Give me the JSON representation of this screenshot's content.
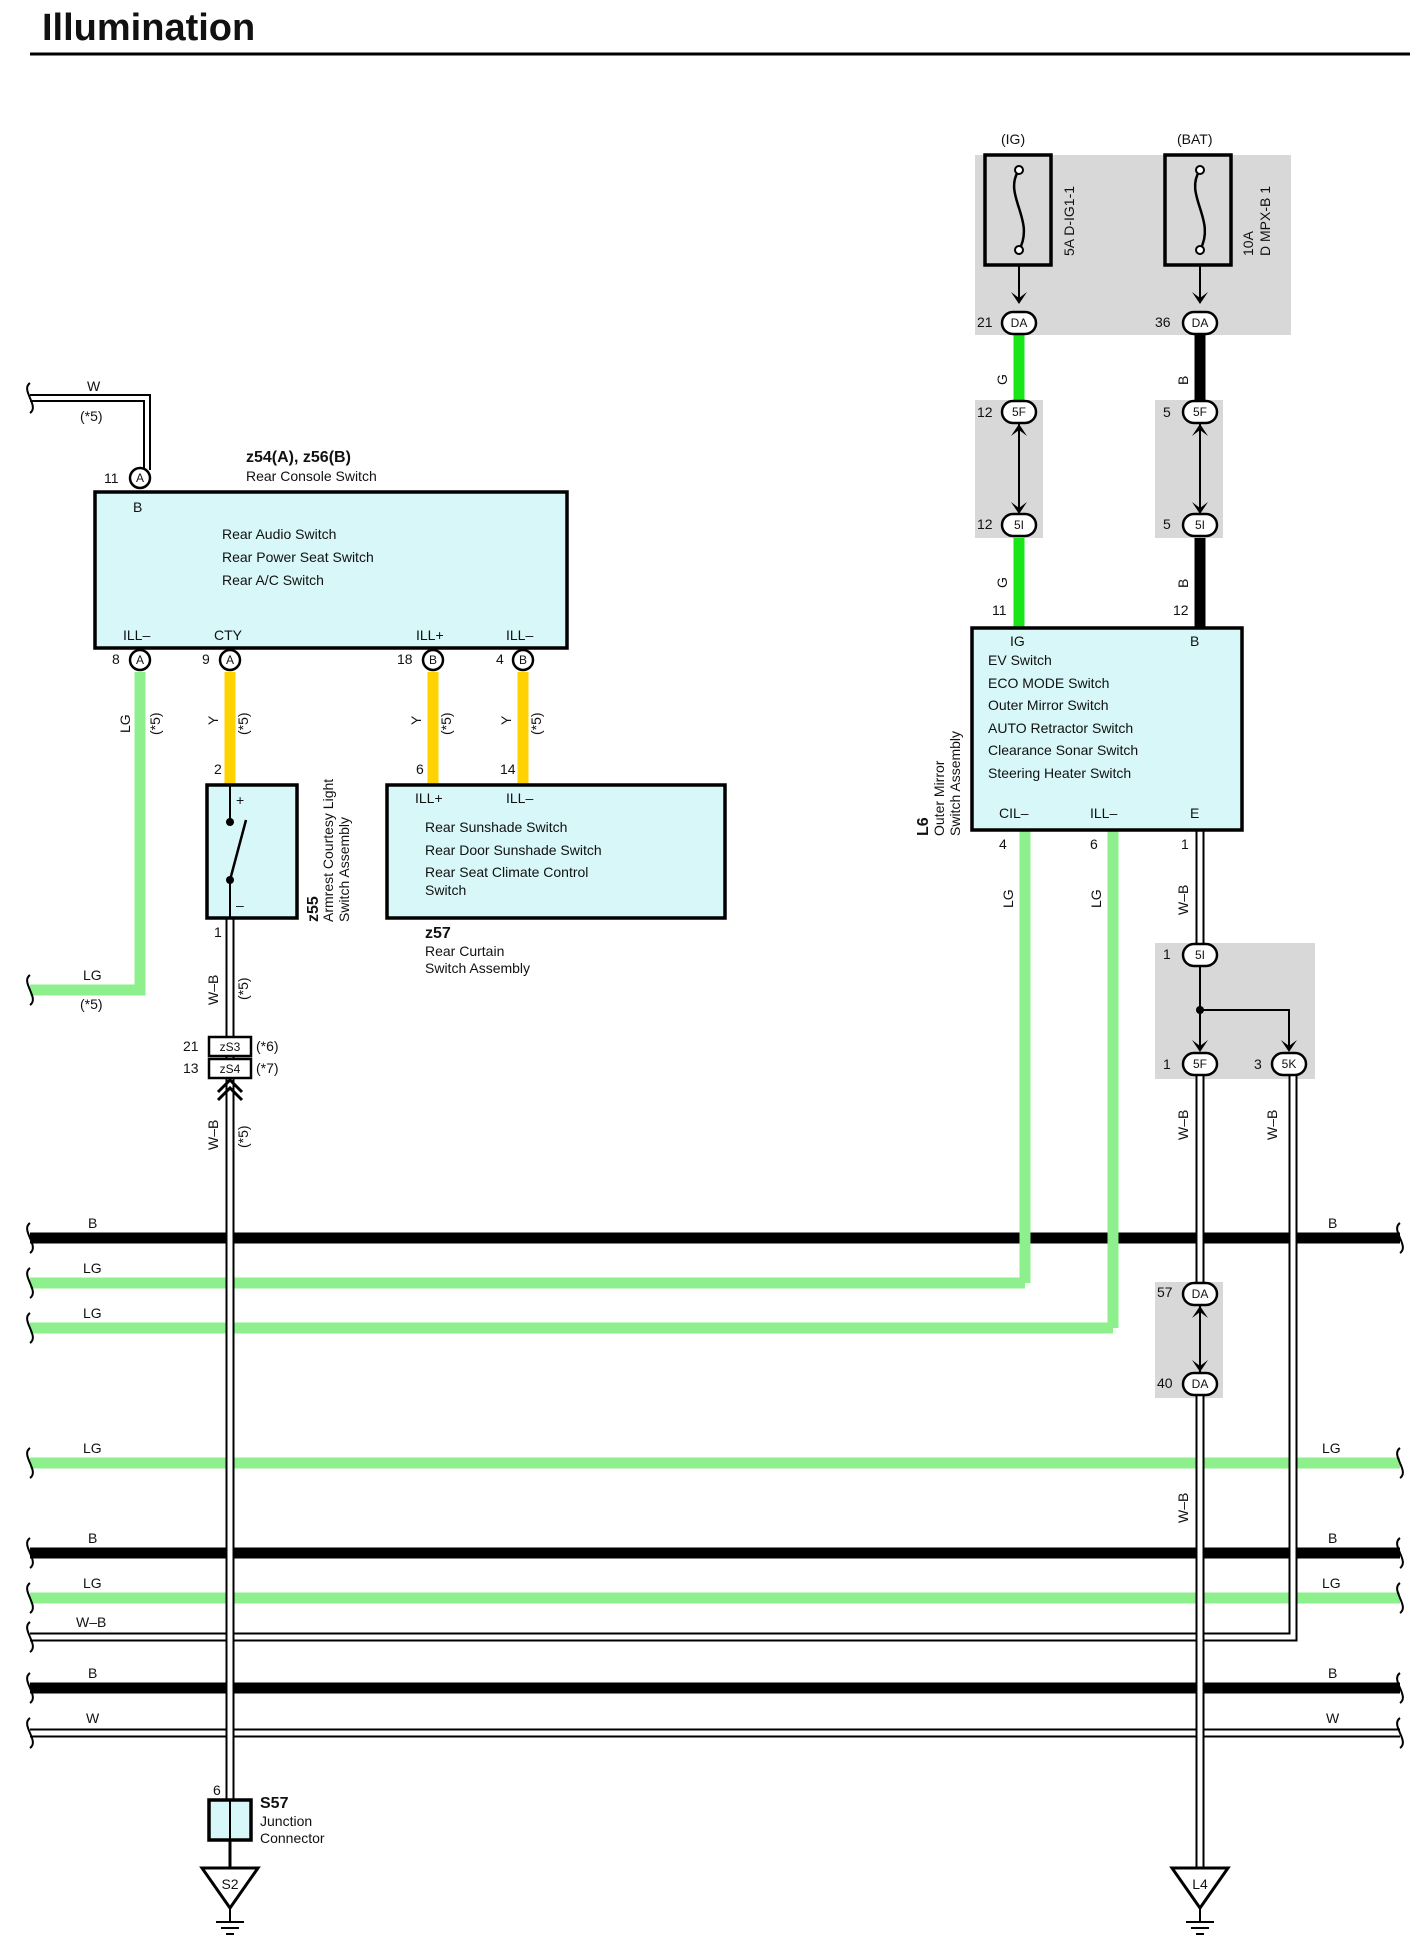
{
  "title": "Illumination",
  "colors": {
    "G": "#19e619",
    "LG": "#8df08d",
    "Y": "#ffd200",
    "B": "#000000",
    "component_fill": "#d8f7f8",
    "shade": "#d8d8d8"
  },
  "power": {
    "ig": {
      "label": "(IG)",
      "fuse": "5A D-IG1-1"
    },
    "bat": {
      "label": "(BAT)",
      "fuse_amp": "10A",
      "fuse_name": "D MPX-B 1"
    }
  },
  "rear_console": {
    "id": "z54(A), z56(B)",
    "name": "Rear Console Switch",
    "lines": [
      "Rear Audio Switch",
      "Rear Power Seat Switch",
      "Rear A/C Switch"
    ],
    "top_pin": {
      "num": "11",
      "conn": "A",
      "term": "B"
    },
    "pins": [
      {
        "term": "ILL–",
        "num": "8",
        "conn": "A"
      },
      {
        "term": "CTY",
        "num": "9",
        "conn": "A"
      },
      {
        "term": "ILL+",
        "num": "18",
        "conn": "B"
      },
      {
        "term": "ILL–",
        "num": "4",
        "conn": "B"
      }
    ]
  },
  "armrest": {
    "id": "z55",
    "name1": "Armrest Courtesy Light",
    "name2": "Switch Assembly",
    "pin_top": "2",
    "pin_bottom": "1",
    "plus": "+",
    "minus": "–"
  },
  "rear_curtain": {
    "id": "z57",
    "name1": "Rear Curtain",
    "name2": "Switch Assembly",
    "pin_left": "6",
    "pin_right": "14",
    "term_left": "ILL+",
    "term_right": "ILL–",
    "lines": [
      "Rear Sunshade Switch",
      "Rear Door Sunshade Switch",
      "Rear Seat Climate Control",
      "Switch"
    ]
  },
  "outer_mirror": {
    "id": "L6",
    "name1": "Outer Mirror",
    "name2": "Switch Assembly",
    "pin_ig": "11",
    "pin_b": "12",
    "term_ig": "IG",
    "term_b": "B",
    "lines": [
      "EV Switch",
      "ECO MODE Switch",
      "Outer Mirror Switch",
      "AUTO Retractor Switch",
      "Clearance Sonar Switch",
      "Steering Heater Switch"
    ],
    "bottom": [
      {
        "term": "CIL–",
        "num": "4"
      },
      {
        "term": "ILL–",
        "num": "6"
      },
      {
        "term": "E",
        "num": "1"
      }
    ]
  },
  "connectors": {
    "da21": {
      "num": "21",
      "conn": "DA"
    },
    "da36": {
      "num": "36",
      "conn": "DA"
    },
    "f12": {
      "num": "12",
      "conn": "5F"
    },
    "i12": {
      "num": "12",
      "conn": "5I"
    },
    "f5": {
      "num": "5",
      "conn": "5F"
    },
    "i5": {
      "num": "5",
      "conn": "5I"
    },
    "i1": {
      "num": "1",
      "conn": "5I"
    },
    "f1": {
      "num": "1",
      "conn": "5F"
    },
    "k3": {
      "num": "3",
      "conn": "5K"
    },
    "da57": {
      "num": "57",
      "conn": "DA"
    },
    "da40": {
      "num": "40",
      "conn": "DA"
    },
    "zs3": {
      "num": "21",
      "conn": "zS3",
      "note": "(*6)"
    },
    "zs4": {
      "num": "13",
      "conn": "zS4",
      "note": "(*7)"
    }
  },
  "junction": {
    "id": "S57",
    "name1": "Junction",
    "name2": "Connector",
    "pin": "6"
  },
  "grounds": {
    "left": "S2",
    "right": "L4"
  },
  "wire_labels": {
    "w": "W",
    "lg": "LG",
    "b": "B",
    "g": "G",
    "y": "Y",
    "wb": "W–B",
    "note5": "(*5)"
  }
}
